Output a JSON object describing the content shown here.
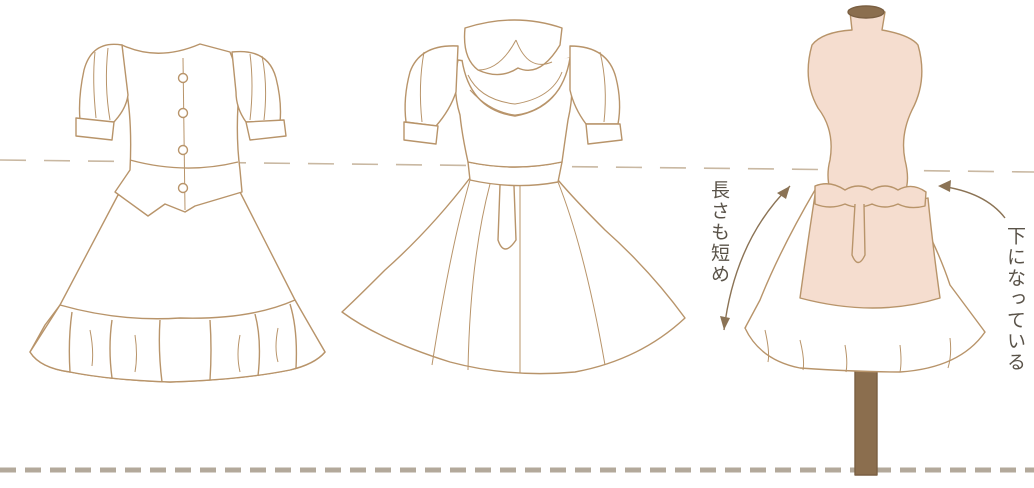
{
  "annotations": {
    "length_label": "長さも短め",
    "lower_label": "下になっている"
  },
  "colors": {
    "outline": "#b8946a",
    "guide_line": "#c9b8a2",
    "ground_line": "#b3a99b",
    "mannequin_body": "#f5ddcf",
    "mannequin_pole": "#8b6e4e",
    "text": "#5a5349"
  },
  "figures": [
    {
      "name": "vest-dress"
    },
    {
      "name": "collar-dress"
    },
    {
      "name": "mannequin-apron"
    }
  ]
}
